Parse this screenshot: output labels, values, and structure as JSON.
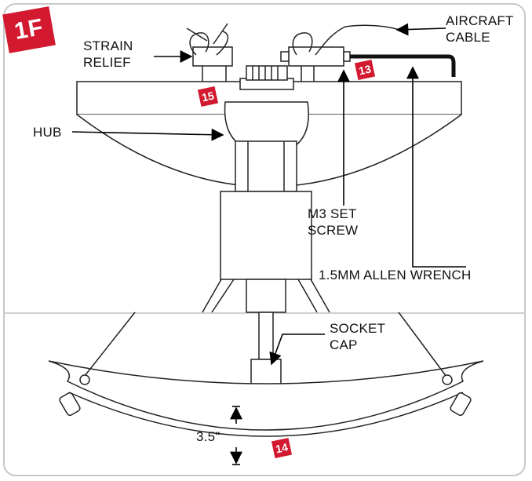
{
  "figure": {
    "badge": "1F",
    "step_badges": {
      "cable_step": "13",
      "bowl_step": "14",
      "strain_step": "15"
    },
    "labels": {
      "strain_relief": "STRAIN\nRELIEF",
      "aircraft_cable": "AIRCRAFT\nCABLE",
      "hub": "HUB",
      "m3_set_screw": "M3 SET\nSCREW",
      "allen_wrench": "1.5MM ALLEN WRENCH",
      "socket_cap": "SOCKET\nCAP",
      "dimension": "3.5\""
    }
  }
}
